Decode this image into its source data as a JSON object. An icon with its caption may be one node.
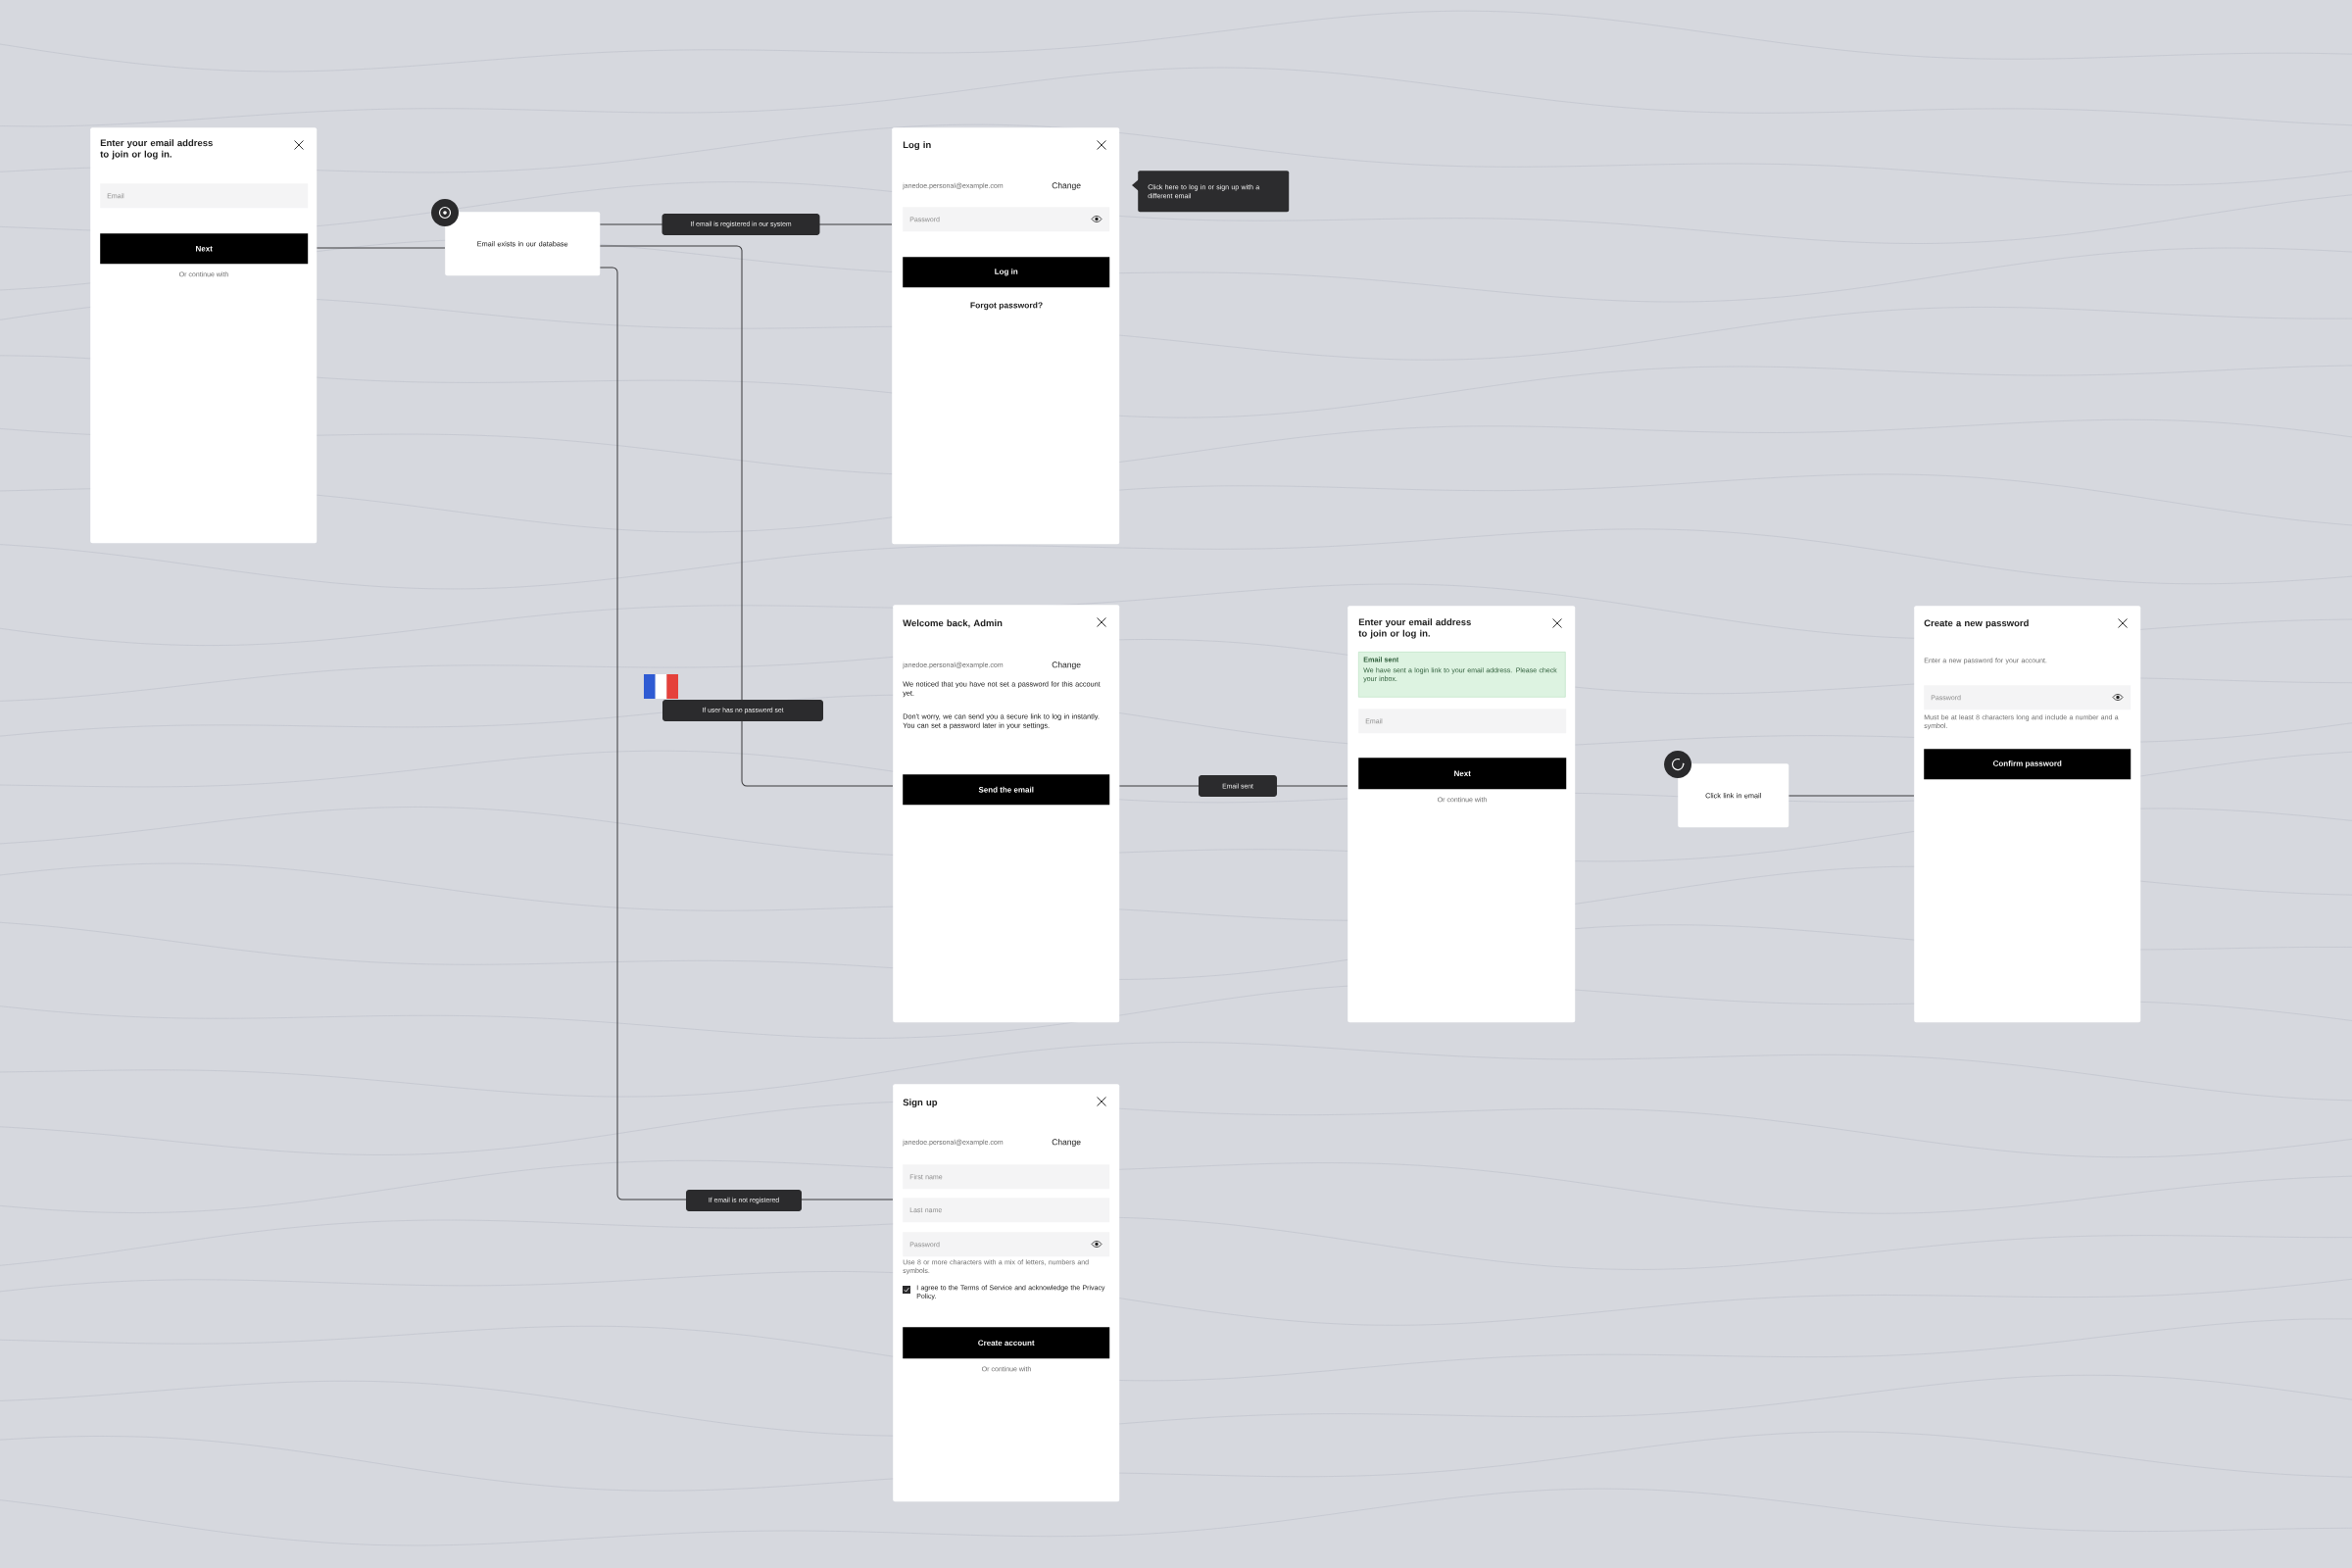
{
  "diagram": {
    "nodes": [
      {
        "text": [
          "Enter your email address to join or log in.",
          "Or continue with"
        ]
      },
      {
        "text": [
          "Email"
        ],
        "in": 0
      },
      {
        "text": [
          "Next"
        ],
        "in": 0
      },
      {
        "text": [
          "Email exists in our database"
        ]
      },
      {
        "text": [
          "Log in",
          "janedoe.personal@example.com",
          "Change",
          "Forgot password?"
        ]
      },
      {
        "text": [
          "Password"
        ],
        "in": 4
      },
      {
        "text": [
          "Log in"
        ],
        "in": 4
      },
      {
        "text": [
          "Click here to log in or sign up with a different email"
        ]
      },
      {
        "text": [
          "Welcome back, Admin",
          "janedoe.personal@example.com",
          "Change",
          "We noticed that you have not set a password for this account yet.",
          "Don't worry, we can send you a secure link to log in instantly. You can set a password later in your settings."
        ]
      },
      {
        "text": [
          "Send the email"
        ],
        "in": 8
      },
      {
        "text": [
          "Enter your email address to join or log in.",
          "Or continue with"
        ]
      },
      {
        "text": [
          "Email sent",
          "We have sent a login link to your email address. Please check your inbox."
        ],
        "in": 10
      },
      {
        "text": [
          "Email"
        ],
        "in": 10
      },
      {
        "text": [
          "Next"
        ],
        "in": 10
      },
      {
        "text": [
          "Click link in email"
        ]
      },
      {
        "text": [
          "Create a new password",
          "Enter a new password for your account.",
          "Must be at least 8 characters long and include a number and a symbol."
        ]
      },
      {
        "text": [
          "Password"
        ],
        "in": 15
      },
      {
        "text": [
          "Confirm password"
        ],
        "in": 15
      },
      {
        "text": [
          "Sign up",
          "janedoe.personal@example.com",
          "Change",
          "Use 8 or more characters with a mix of letters, numbers and symbols.",
          "I agree to the Terms of Service and acknowledge the Privacy Policy.",
          "Or continue with"
        ]
      },
      {
        "text": [
          "First name"
        ],
        "in": 18
      },
      {
        "text": [
          "Last name"
        ],
        "in": 18
      },
      {
        "text": [
          "Password"
        ],
        "in": 18
      },
      {
        "text": [
          "Create account"
        ],
        "in": 18
      }
    ],
    "edges": [
      {
        "from": 0,
        "to": 3,
        "arrow": "none"
      },
      {
        "from": 3,
        "to": 4,
        "arrow": "none",
        "label": "If email is registered in our system"
      },
      {
        "from": 3,
        "to": 8,
        "arrow": "none",
        "label": "If user has no password set"
      },
      {
        "from": 3,
        "to": 18,
        "arrow": "none",
        "label": "If email is not registered"
      },
      {
        "from": 8,
        "to": 10,
        "arrow": "none",
        "label": "Email sent"
      },
      {
        "from": 14,
        "to": 15,
        "arrow": "none"
      }
    ]
  }
}
